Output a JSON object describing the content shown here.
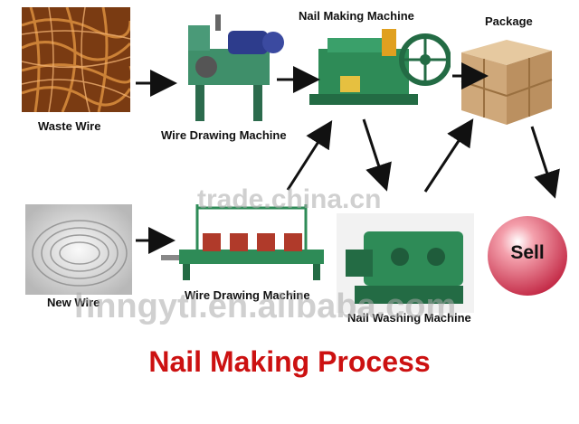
{
  "diagram": {
    "title": "Nail Making Process",
    "nodes": {
      "waste_wire": "Waste Wire",
      "wire_drawing_top": "Wire Drawing Machine",
      "nail_making": "Nail Making Machine",
      "package": "Package",
      "new_wire": "New Wire",
      "wire_drawing_bottom": "Wire Drawing Machine",
      "nail_washing": "Nail Washing Machine",
      "sell": "Sell"
    },
    "watermarks": [
      "trade.china.cn",
      "hnngytl.en.alibaba.com"
    ]
  },
  "colors": {
    "title": "#cc1111",
    "arrow": "#111111",
    "machine_green": "#2e8b57",
    "sell_ball": "#e06070"
  }
}
